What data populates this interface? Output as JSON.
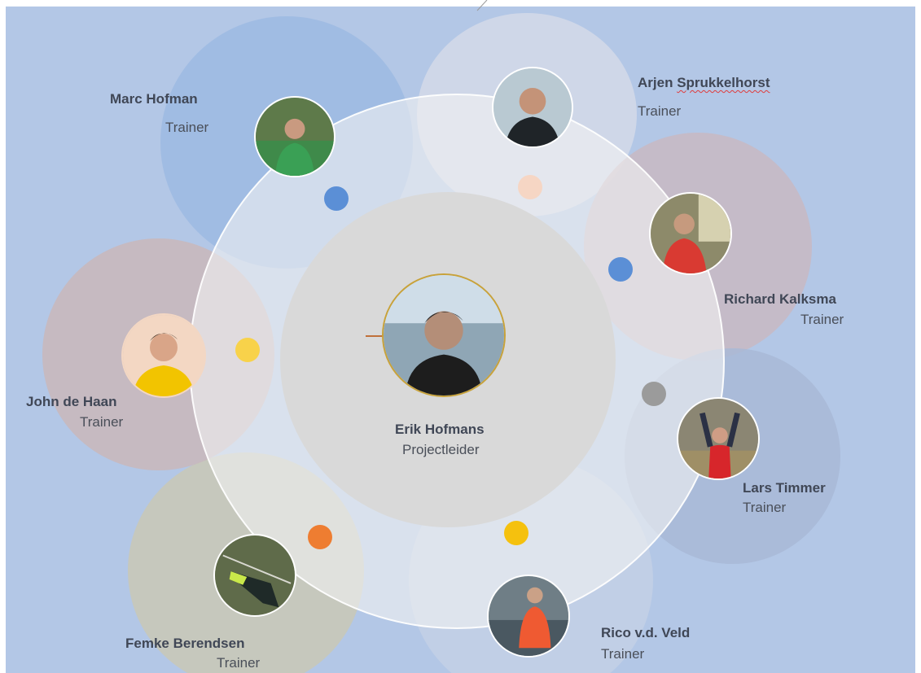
{
  "center": {
    "name": "Erik Hofmans",
    "role": "Projectleider"
  },
  "members": [
    {
      "key": "marc",
      "name": "Marc Hofman",
      "role": "Trainer",
      "dot_color": "#5b8fd6"
    },
    {
      "key": "arjen",
      "name": "Arjen Sprukkelhorst",
      "role": "Trainer",
      "dot_color": "#f6d6c4"
    },
    {
      "key": "richard",
      "name": "Richard Kalksma",
      "role": "Trainer",
      "dot_color": "#5b8fd6"
    },
    {
      "key": "lars",
      "name": "Lars Timmer",
      "role": "Trainer",
      "dot_color": "#9b9b9b"
    },
    {
      "key": "rico",
      "name": "Rico v.d. Veld",
      "role": "Trainer",
      "dot_color": "#f5c10e"
    },
    {
      "key": "femke",
      "name": "Femke Berendsen",
      "role": "Trainer",
      "dot_color": "#ee7d31"
    },
    {
      "key": "john",
      "name": "John de Haan",
      "role": "Trainer",
      "dot_color": "#f8d24a"
    }
  ],
  "colors": {
    "background": "#b3c7e6",
    "ring": "#f2f2f2",
    "center_disc": "#d9d9d9",
    "center_photo_border": "#c8a23a",
    "text": "#404756"
  },
  "icons": [
    "person-photo-placeholder"
  ]
}
